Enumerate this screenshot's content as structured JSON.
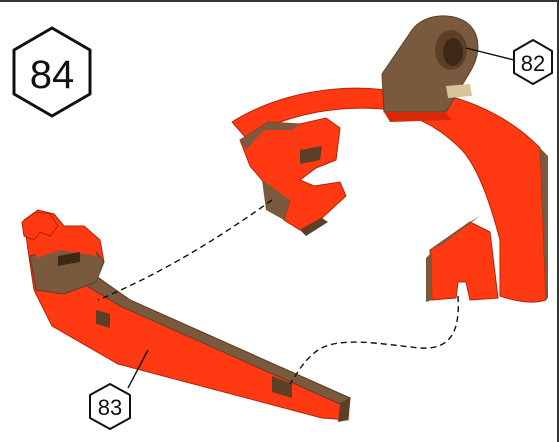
{
  "step": {
    "number": "84"
  },
  "parts": [
    {
      "id": "part-82",
      "label": "82"
    },
    {
      "id": "part-83",
      "label": "83"
    }
  ],
  "colors": {
    "plastic": "#ff3a12",
    "plastic_dark": "#d82a08",
    "wood": "#7a5a3e",
    "wood_dark": "#5c3f27",
    "outline": "#222222"
  }
}
